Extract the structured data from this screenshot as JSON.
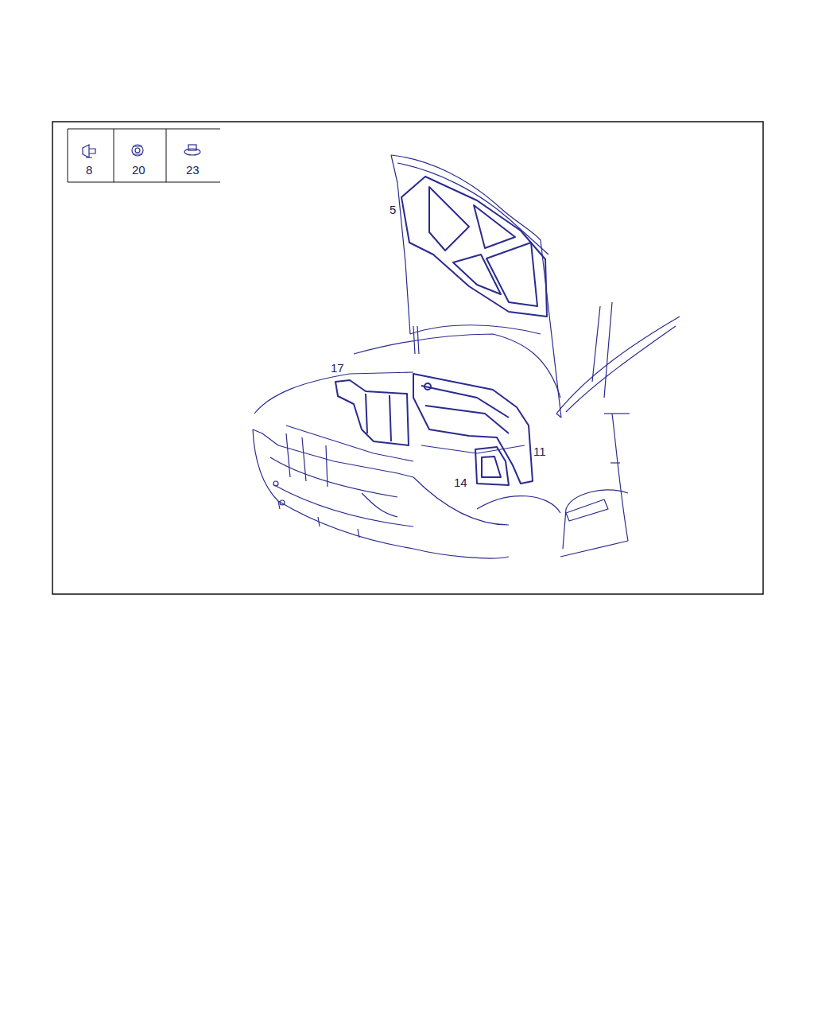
{
  "diagram": {
    "labels": [
      "8",
      "20",
      "23",
      "5",
      "17",
      "11",
      "14"
    ]
  }
}
